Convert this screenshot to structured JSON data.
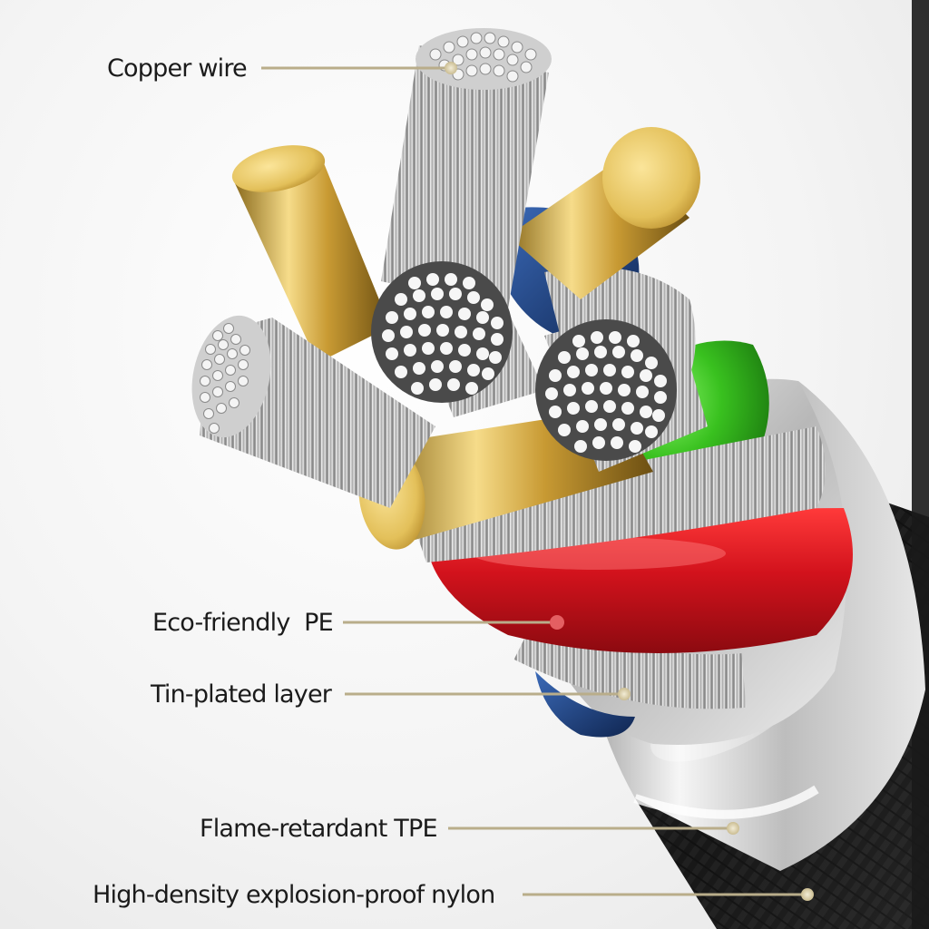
{
  "callouts": [
    {
      "label": "Copper wire"
    },
    {
      "label": "Eco-friendly  PE"
    },
    {
      "label": "Tin-plated layer"
    },
    {
      "label": "Flame-retardant TPE"
    },
    {
      "label": "High-density explosion-proof nylon"
    }
  ],
  "colors": {
    "leader_line": "#b9ad8a",
    "leader_dot": "#d8ccaa",
    "gold": "#d9b24a",
    "silver": "#d6d6d6",
    "red_pe": "#d2121c",
    "green_pe": "#39c11f",
    "blue_pe": "#1d3c7a",
    "nylon_jacket": "#1a1a1a"
  }
}
